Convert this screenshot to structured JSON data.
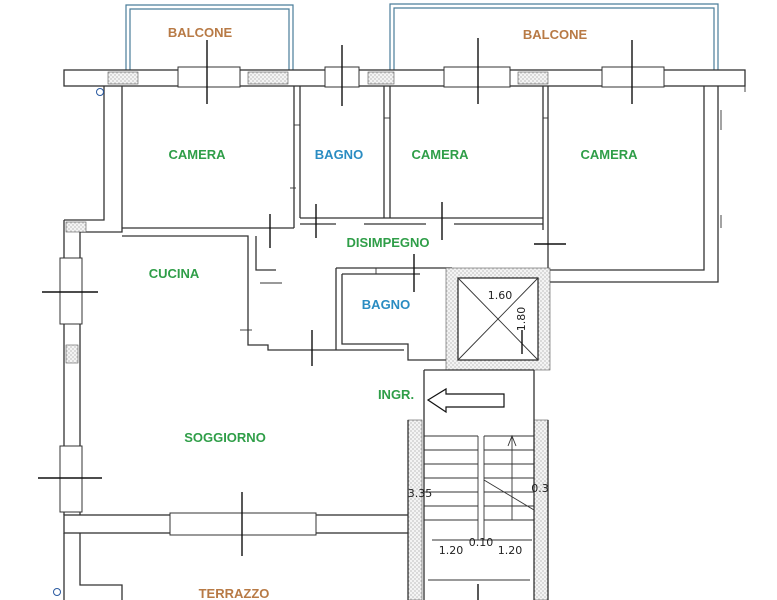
{
  "rooms": {
    "balcone_left": "BALCONE",
    "balcone_right": "BALCONE",
    "camera_1": "CAMERA",
    "bagno_1": "BAGNO",
    "camera_2": "CAMERA",
    "camera_3": "CAMERA",
    "disimpegno": "DISIMPEGNO",
    "cucina": "CUCINA",
    "bagno_2": "BAGNO",
    "ingresso": "INGR.",
    "soggiorno": "SOGGIORNO",
    "terrazzo": "TERRAZZO"
  },
  "dimensions": {
    "lift_width": "1.60",
    "lift_depth": "1.80",
    "stair_left": "1.20",
    "stair_gap": "0.10",
    "stair_right": "1.20",
    "landing_left": "3.35",
    "landing_right": "0.3"
  },
  "colors": {
    "label_green": "#2f9e48",
    "label_blue": "#2a8cc2",
    "label_orange": "#b87a45",
    "wall": "#333333",
    "rail": "#4a7d9a"
  },
  "icons": {
    "entrance_arrow": "arrow-left-icon"
  }
}
